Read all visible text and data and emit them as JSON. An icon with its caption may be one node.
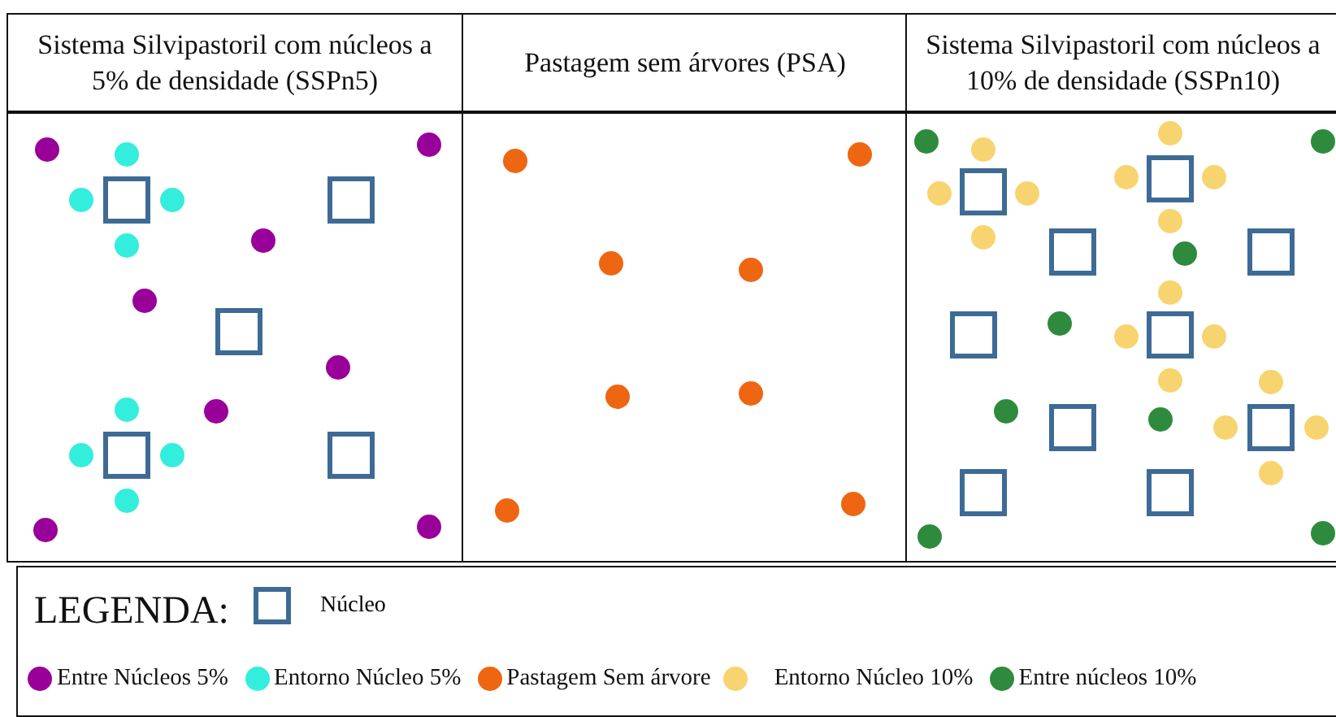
{
  "diagram": {
    "labels": [
      "Sistema Silvipastoril com núcleos a 5% de densidade (SSPn5)",
      "Pastagem sem árvores (PSA)",
      "Sistema Silvipastoril com núcleos a 10% de densidade (SSPn10)",
      "LEGENDA:"
    ],
    "legend": [
      {
        "text": "Núcleo"
      },
      {
        "text": "Entre Núcleos 5%",
        "color": "#990099"
      },
      {
        "text": "Entorno Núcleo 5%",
        "color": "#33eedd"
      },
      {
        "text": "Pastagem Sem árvore",
        "color": "#ee6611"
      },
      {
        "text": "Entorno Núcleo 10%",
        "color": "#f8d470"
      },
      {
        "text": "Entre núcleos 10%",
        "color": "#2e8b3e"
      }
    ]
  }
}
